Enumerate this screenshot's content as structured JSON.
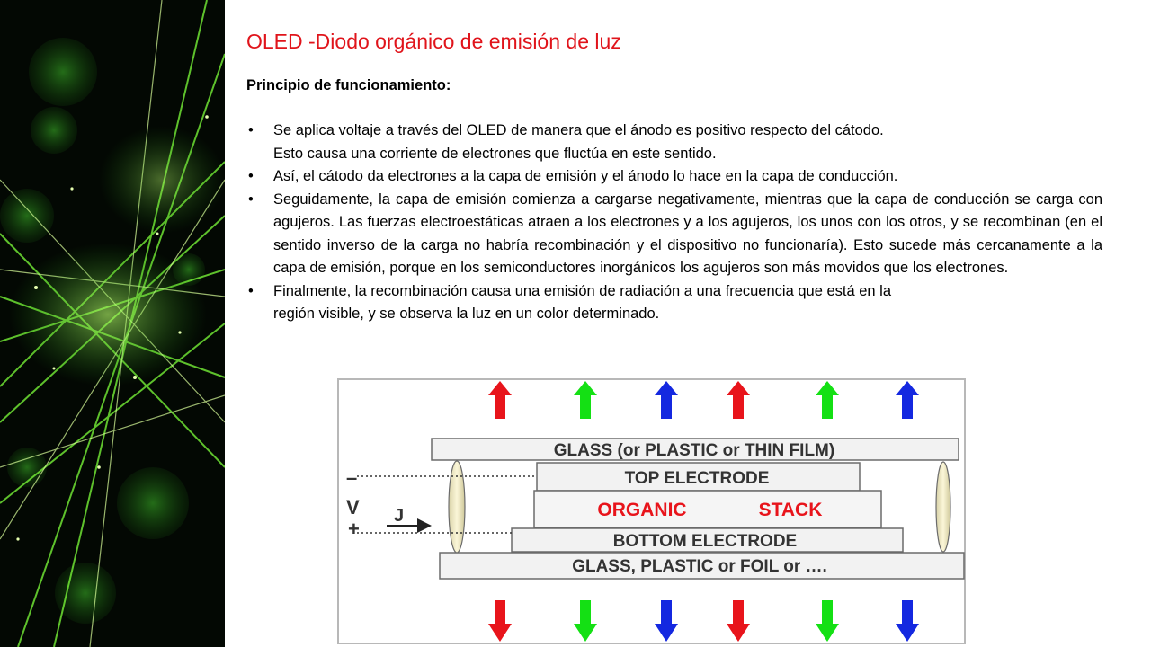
{
  "title": "OLED -Diodo orgánico de emisión de luz",
  "subtitle": "Principio de funcionamiento:",
  "bullets": [
    {
      "lines": [
        "Se aplica voltaje a través del OLED de manera que el ánodo es positivo respecto del cátodo.",
        "Esto causa una corriente de electrones que fluctúa en este sentido."
      ]
    },
    {
      "text": "Así, el cátodo da electrones a la capa de emisión y el ánodo lo hace en la capa de conducción."
    },
    {
      "text": "Seguidamente, la capa de emisión comienza a cargarse negativamente, mientras que la capa de conducción se carga con agujeros. Las fuerzas electroestáticas atraen a los electrones y a los agujeros, los unos con los otros, y se recombinan (en el sentido inverso de la carga no habría recombinación y el dispositivo no funcionaría). Esto sucede más cercanamente a la capa de emisión, porque en los semiconductores inorgánicos los agujeros son más movidos que los electrones."
    },
    {
      "lines": [
        "Finalmente, la recombinación causa una emisión de radiación a una frecuencia que está en la",
        "región visible, y se observa la luz en un color determinado."
      ]
    }
  ],
  "diagram": {
    "layers": {
      "glass_top": "GLASS (or PLASTIC or THIN FILM)",
      "top_electrode": "TOP ELECTRODE",
      "organic_left": "ORGANIC",
      "organic_right": "STACK",
      "bottom_electrode": "BOTTOM ELECTRODE",
      "glass_bottom": "GLASS, PLASTIC or FOIL or …."
    },
    "voltage_minus": "–",
    "voltage_label": "V",
    "voltage_plus": "+",
    "current_label": "J",
    "arrow_colors": [
      "#e8141b",
      "#14e014",
      "#1428e0",
      "#e8141b",
      "#14e014",
      "#1428e0"
    ],
    "organic_color": "#e8141b"
  }
}
